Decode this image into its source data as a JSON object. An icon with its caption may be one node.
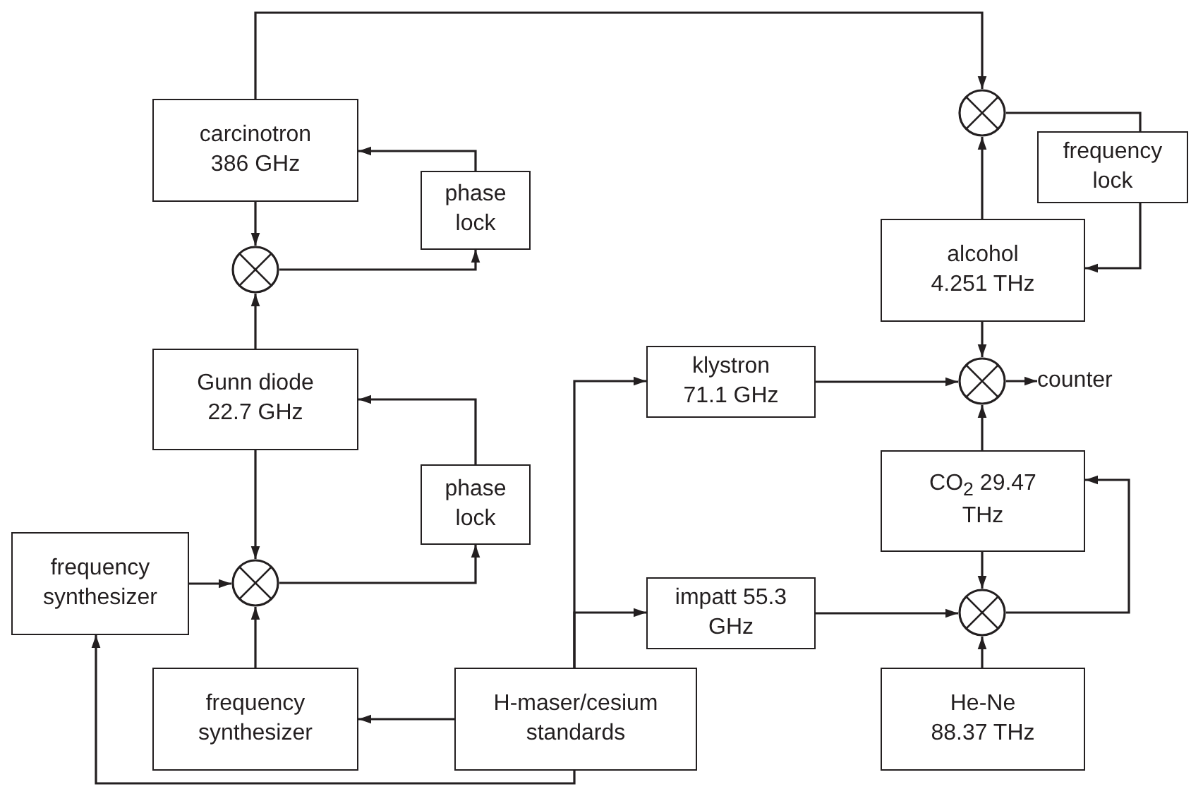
{
  "diagram": {
    "nodes": [
      {
        "text": [
          "carcinotron 386 GHz"
        ]
      },
      {
        "text": [
          "phase lock"
        ]
      },
      {
        "text": [],
        "shape": "circle"
      },
      {
        "text": [
          "Gunn diode 22.7 GHz"
        ]
      },
      {
        "text": [
          "phase lock"
        ]
      },
      {
        "text": [
          "frequency synthesizer"
        ]
      },
      {
        "text": [],
        "shape": "circle"
      },
      {
        "text": [
          "frequency synthesizer"
        ]
      },
      {
        "text": [
          "H-maser/cesium standards"
        ]
      },
      {
        "text": [
          "klystron 71.1 GHz"
        ]
      },
      {
        "text": [
          "impatt 55.3 GHz"
        ]
      },
      {
        "text": [],
        "shape": "circle"
      },
      {
        "text": [
          "frequency lock"
        ]
      },
      {
        "text": [
          "alcohol 4.251 THz"
        ]
      },
      {
        "text": [],
        "shape": "circle"
      },
      {
        "text": [
          "counter"
        ]
      },
      {
        "text": [
          "CO$_{2}$ 29.47 THz"
        ]
      },
      {
        "text": [],
        "shape": "circle"
      },
      {
        "text": [
          "He-Ne 88.37 THz"
        ]
      }
    ],
    "edges": [
      {
        "from": 0,
        "to": 11,
        "arrow": "to"
      },
      {
        "from": 1,
        "to": 0,
        "arrow": "to"
      },
      {
        "from": 0,
        "to": 2,
        "arrow": "to"
      },
      {
        "from": 3,
        "to": 2,
        "arrow": "to"
      },
      {
        "from": 2,
        "to": 1,
        "arrow": "to"
      },
      {
        "from": 4,
        "to": 3,
        "arrow": "to"
      },
      {
        "from": 3,
        "to": 6,
        "arrow": "to"
      },
      {
        "from": 5,
        "to": 6,
        "arrow": "to"
      },
      {
        "from": 7,
        "to": 6,
        "arrow": "to"
      },
      {
        "from": 6,
        "to": 4,
        "arrow": "to"
      },
      {
        "from": 8,
        "to": 7,
        "arrow": "to"
      },
      {
        "from": 8,
        "to": 5,
        "arrow": "to"
      },
      {
        "from": 8,
        "to": 9,
        "arrow": "to"
      },
      {
        "from": 8,
        "to": 10,
        "arrow": "to"
      },
      {
        "from": 9,
        "to": 14,
        "arrow": "to"
      },
      {
        "from": 10,
        "to": 17,
        "arrow": "to"
      },
      {
        "from": 13,
        "to": 11,
        "arrow": "to"
      },
      {
        "from": 11,
        "to": 12,
        "arrow": "none"
      },
      {
        "from": 12,
        "to": 13,
        "arrow": "to"
      },
      {
        "from": 13,
        "to": 14,
        "arrow": "to"
      },
      {
        "from": 14,
        "to": 15,
        "arrow": "to"
      },
      {
        "from": 16,
        "to": 14,
        "arrow": "to"
      },
      {
        "from": 16,
        "to": 17,
        "arrow": "to"
      },
      {
        "from": 18,
        "to": 17,
        "arrow": "to"
      },
      {
        "from": 17,
        "to": 16,
        "arrow": "to"
      }
    ]
  }
}
